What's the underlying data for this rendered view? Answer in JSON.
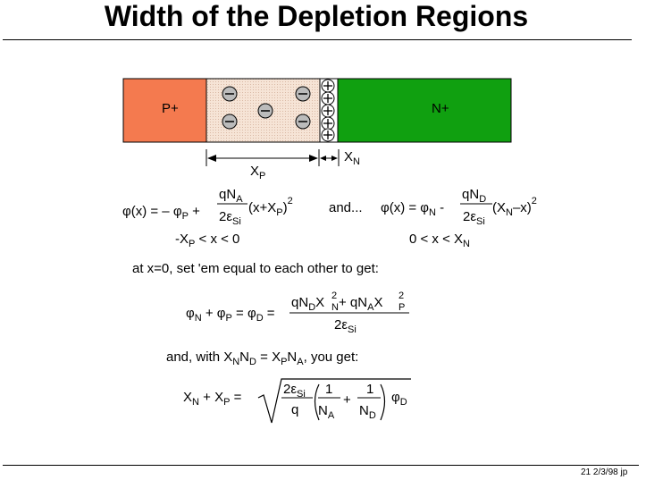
{
  "slide": {
    "title": "Width of the Depletion Regions",
    "footer": "21  2/3/98  jp"
  },
  "diagram": {
    "p_label": "P+",
    "n_label": "N+",
    "xp_label": "X",
    "xp_sub": "P",
    "xn_label": "X",
    "xn_sub": "N",
    "p_color": "#f47a4f",
    "n_color": "#10a010",
    "depletion_color": "#f3dccb"
  },
  "equations": {
    "phi_p": {
      "lhs": "φ(x) = – φ",
      "sub1": "P",
      "plus": " + ",
      "num": "qN",
      "num_sub": "A",
      "den": "2ε",
      "den_sub": "Si",
      "tail": "(x+X",
      "tail_sub": "P",
      "tail_end": ")",
      "exp": "2"
    },
    "and": "and...",
    "phi_n": {
      "lhs": "φ(x) = φ",
      "sub1": "N",
      "minus": " - ",
      "num": "qN",
      "num_sub": "D",
      "den": "2ε",
      "den_sub": "Si",
      "tail": "(X",
      "tail_sub": "N",
      "tail_end": "–x)",
      "exp": "2"
    },
    "range_p": {
      "a": "-X",
      "a_sub": "P",
      "b": " < x < 0"
    },
    "range_n": {
      "a": "0 < x < X",
      "a_sub": "N"
    },
    "set_equal": "at x=0, set 'em equal to each other to get:",
    "phi_d": {
      "lhs1": "φ",
      "lhs1_sub": "N",
      "lhs2": " + φ",
      "lhs2_sub": "P",
      "lhs3": " = φ",
      "lhs3_sub": "D",
      "lhs4": " =",
      "num_a": "qN",
      "num_a_sub": "D",
      "num_b": "X",
      "num_b_sup": "2",
      "num_b_sub": "N",
      "num_plus": " + qN",
      "num_c_sub": "A",
      "num_d": "X",
      "num_d_sup": "2",
      "num_d_sub": "P",
      "den": "2ε",
      "den_sub": "Si"
    },
    "with_line": {
      "a": "and, with X",
      "a_sub": "N",
      "b": "N",
      "b_sub": "D",
      "c": " = X",
      "c_sub": "P",
      "d": "N",
      "d_sub": "A",
      "e": ", you get:"
    },
    "width": {
      "lhs1": "X",
      "lhs1_sub": "N",
      "lhs2": " + X",
      "lhs2_sub": "P",
      "lhs3": " =",
      "num": "2ε",
      "num_sub": "Si",
      "den": "q",
      "f1_num": "1",
      "f1_den": "N",
      "f1_den_sub": "A",
      "plus": "+",
      "f2_num": "1",
      "f2_den": "N",
      "f2_den_sub": "D",
      "phi": "φ",
      "phi_sub": "D"
    }
  }
}
